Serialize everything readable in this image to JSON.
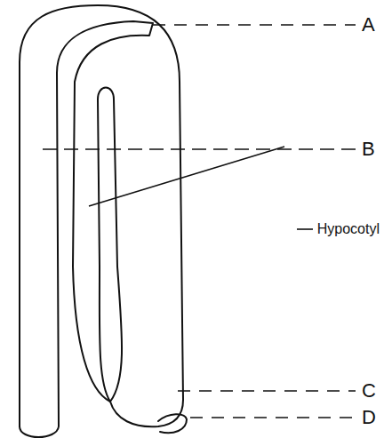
{
  "diagram": {
    "labels": [
      "A",
      "B",
      "Hypocotyl",
      "C",
      "D"
    ]
  }
}
